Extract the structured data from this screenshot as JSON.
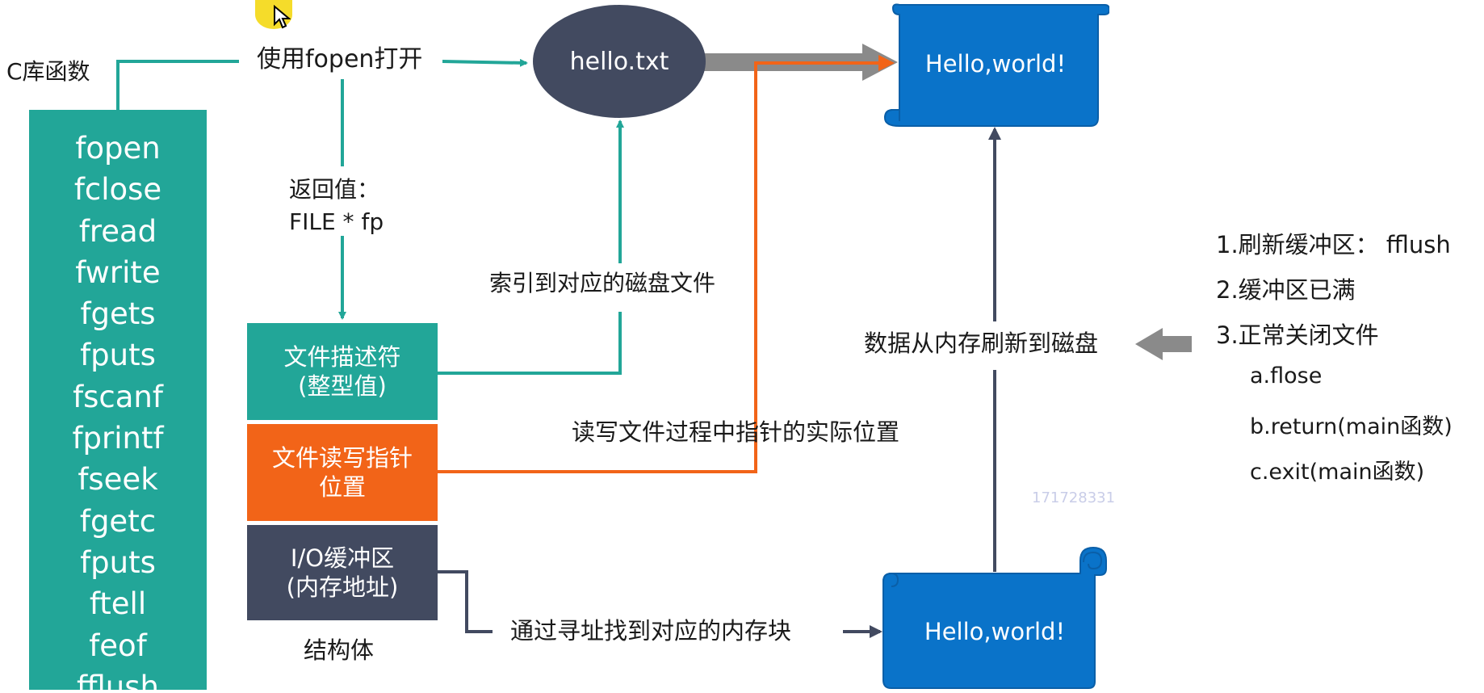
{
  "clib": {
    "title": "C库函数",
    "functions": [
      "fopen",
      "fclose",
      "fread",
      "fwrite",
      "fgets",
      "fputs",
      "fscanf",
      "fprintf",
      "fseek",
      "fgetc",
      "fputs",
      "ftell",
      "feof",
      "fflush"
    ]
  },
  "open_label": "使用fopen打开",
  "return_label_1": "返回值：",
  "return_label_2": "FILE * fp",
  "file_node": "hello.txt",
  "index_label": "索引到对应的磁盘文件",
  "struct": {
    "fd_line1": "文件描述符",
    "fd_line2": "(整型值)",
    "ptr_line1": "文件读写指针",
    "ptr_line2": "位置",
    "buf_line1": "I/O缓冲区",
    "buf_line2": "(内存地址)",
    "caption": "结构体"
  },
  "pointer_label": "读写文件过程中指针的实际位置",
  "address_label": "通过寻址找到对应的内存块",
  "disk_scroll": "Hello,world!",
  "mem_scroll": "Hello,world!",
  "flush_label": "数据从内存刷新到磁盘",
  "conditions": {
    "c1": "1.刷新缓冲区：  fflush",
    "c2": "2.缓冲区已满",
    "c3": "3.正常关闭文件",
    "c3a": "a.flose",
    "c3b": "b.return(main函数)",
    "c3c": "c.exit(main函数)"
  },
  "watermark": "171728331",
  "colors": {
    "teal": "#22a698",
    "orange": "#f26418",
    "navy": "#424a60",
    "blue": "#0a73c9",
    "gray_arrow": "#8a8a8a"
  }
}
